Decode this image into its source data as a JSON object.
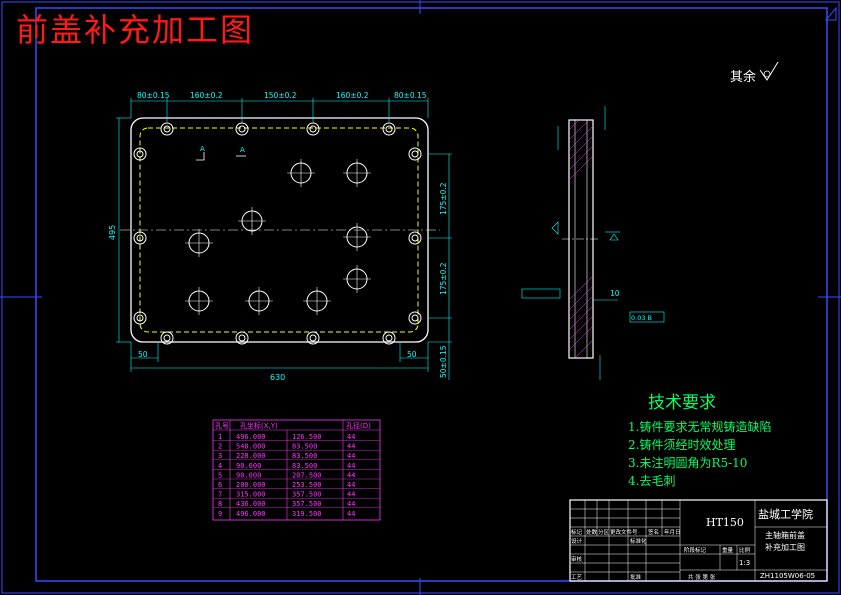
{
  "title": "前盖补充加工图",
  "roughness_note": "其余",
  "dimensions": {
    "top": [
      "80±0.15",
      "160±0.2",
      "150±0.2",
      "160±0.2",
      "80±0.15"
    ],
    "height_left": "495",
    "width_bottom": "630",
    "right_upper": "175±0.2",
    "right_lower": "175±0.2",
    "right_bottom": "50±0.15",
    "bottom_left": "50",
    "bottom_right": "50",
    "side_top": "10",
    "tolerance_box": "0.03 B",
    "section_left": "A",
    "section_mid": "A"
  },
  "hole_table": {
    "headers": [
      "孔号",
      "孔坐标(X,Y)",
      "",
      "孔径(D)"
    ],
    "rows": [
      [
        "1",
        "496.000",
        "126.500",
        "44"
      ],
      [
        "2",
        "548.000",
        "83.500",
        "44"
      ],
      [
        "3",
        "228.000",
        "83.500",
        "44"
      ],
      [
        "4",
        "90.000",
        "83.500",
        "44"
      ],
      [
        "5",
        "90.000",
        "207.500",
        "44"
      ],
      [
        "6",
        "200.000",
        "253.500",
        "44"
      ],
      [
        "7",
        "315.000",
        "357.500",
        "44"
      ],
      [
        "8",
        "436.000",
        "357.500",
        "44"
      ],
      [
        "9",
        "496.000",
        "319.500",
        "44"
      ]
    ]
  },
  "tech_requirements": {
    "title": "技术要求",
    "items": [
      "1.铸件要求无常规铸造缺陷",
      "2.铸件须经时效处理",
      "3.未注明圆角为R5-10",
      "4.去毛刺"
    ]
  },
  "title_block": {
    "material": "HT150",
    "school": "盐城工学院",
    "part_name_1": "主轴箱前盖",
    "part_name_2": "补充加工图",
    "scale": "1:3",
    "drawing_no": "ZH1105W06-05",
    "col_labels": [
      "标记",
      "处数",
      "分区",
      "更改文件号",
      "签名",
      "年月日"
    ],
    "row_labels": [
      "设计",
      "审核",
      "工艺"
    ],
    "mid_labels": [
      "标准化",
      "批准"
    ],
    "stage_label": "阶段标记",
    "weight_label": "重量",
    "ratio_label": "比例",
    "sheet_label": "共  张  第  张"
  },
  "colors": {
    "frame": "#3a4bff",
    "outline": "#ffffff",
    "dims": "#00ffff",
    "hidden": "#ffff00",
    "title": "#ff1a1a",
    "tech": "#00ff66",
    "table": "#ff33ff"
  }
}
